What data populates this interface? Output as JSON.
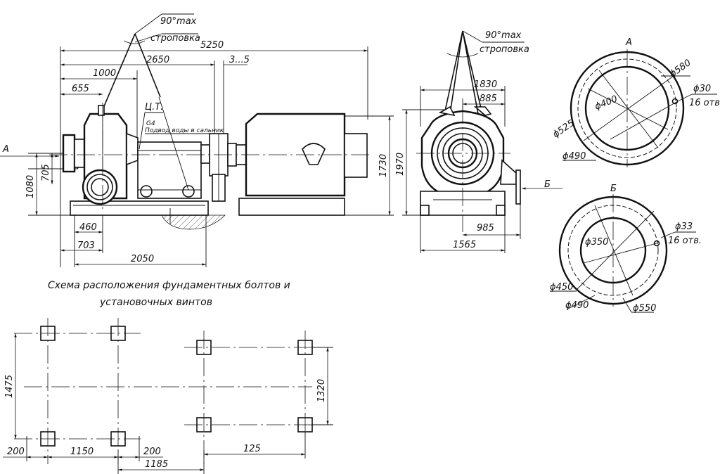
{
  "side_view": {
    "angle": "90°max",
    "sling": "строповка",
    "cg": "Ц.Т.",
    "g": "G4",
    "water": "Подвод воды в сальник",
    "dims": {
      "d5250": "5250",
      "d2650": "2650",
      "d3_5": "3...5",
      "d1000": "1000",
      "d655": "655",
      "d1080": "1080",
      "d705": "705",
      "d1730": "1730",
      "d460": "460",
      "d703": "703",
      "d2050": "2050"
    },
    "view_a": "А"
  },
  "front_view": {
    "angle": "90°max",
    "sling": "строповка",
    "dims": {
      "d1830": "1830",
      "d885": "885",
      "d1970": "1970",
      "d985": "985",
      "d1565": "1565"
    },
    "view_b": "Б"
  },
  "flange_a": {
    "title": "А",
    "d580": "ϕ580",
    "d30": "ϕ30",
    "holes": "16 отв.",
    "d400": "ϕ400",
    "d525": "ϕ525",
    "d490": "ϕ490"
  },
  "flange_b": {
    "title": "Б",
    "d33": "ϕ33",
    "holes": "16 отв.",
    "d350": "ϕ350",
    "d450": "ϕ450",
    "d490": "ϕ490",
    "d550": "ϕ550"
  },
  "bolt_scheme": {
    "caption_1": "Схема расположения фундаментных болтов и",
    "caption_2": "установочных винтов",
    "dims": {
      "d1475": "1475",
      "d1320": "1320",
      "d200a": "200",
      "d1150": "1150",
      "d200b": "200",
      "d125": "125",
      "d1185": "1185"
    }
  }
}
